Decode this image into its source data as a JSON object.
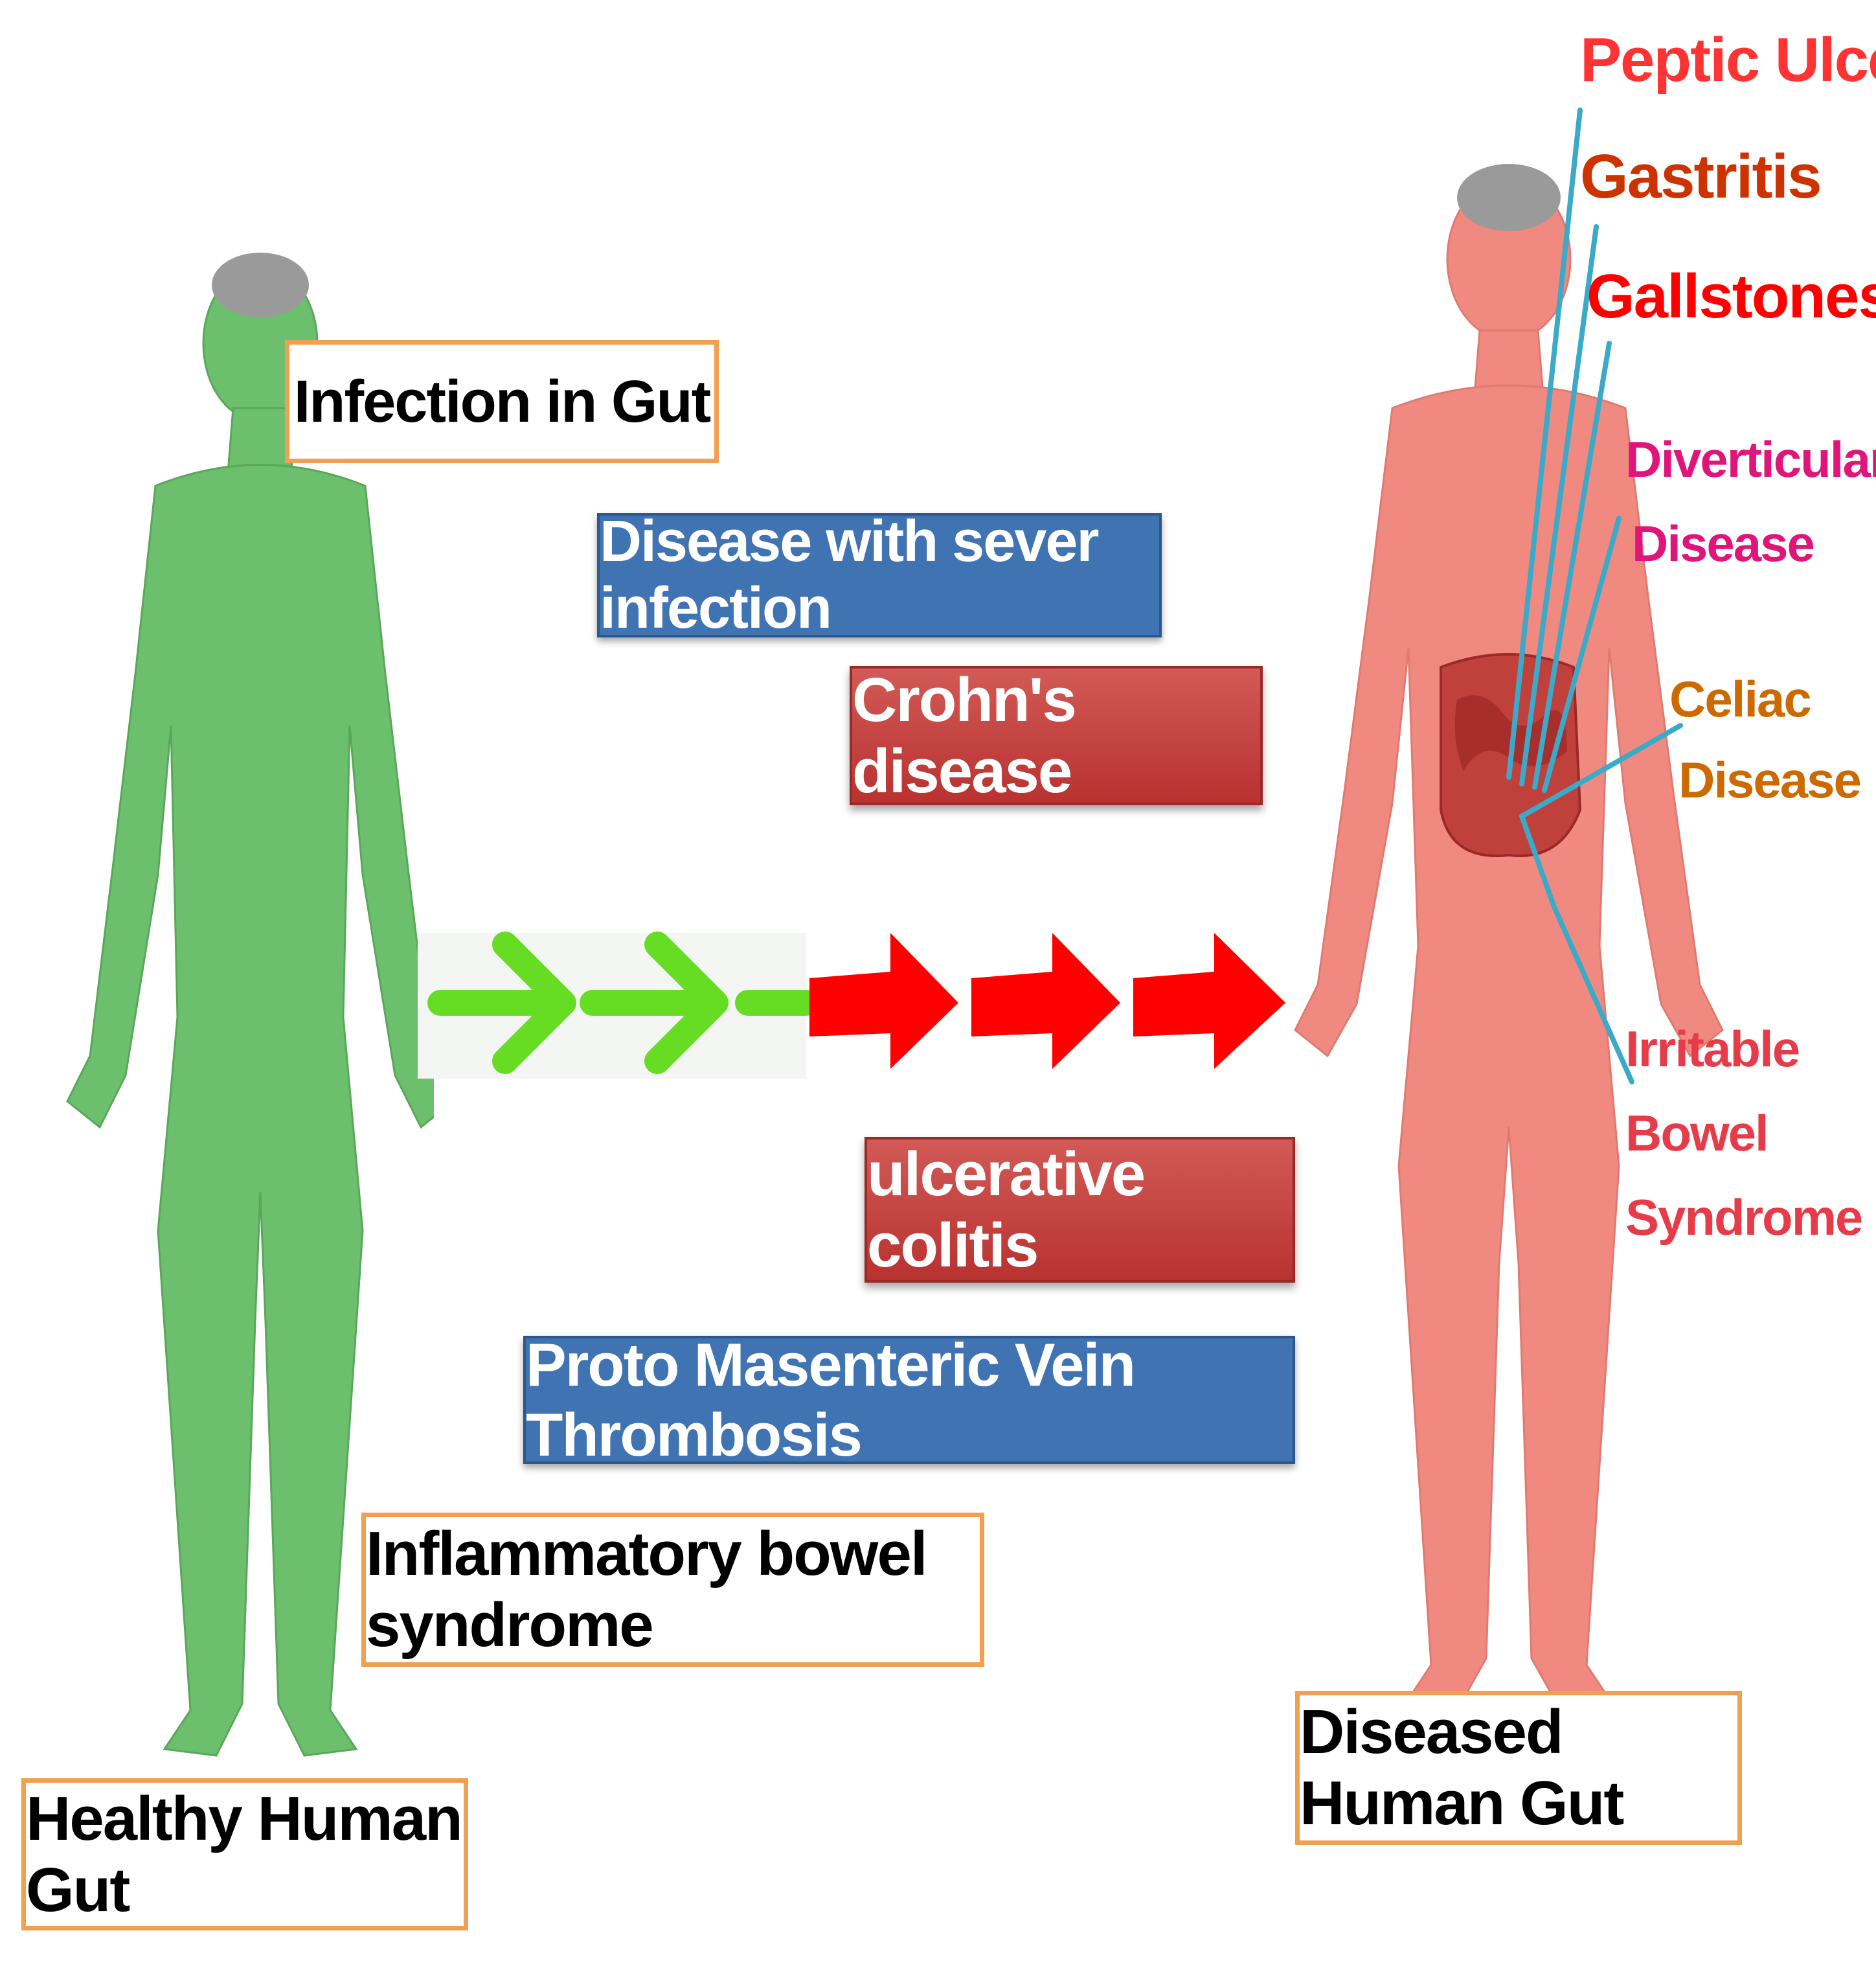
{
  "boxes": {
    "infection_in_gut": "Infection in Gut",
    "disease_with_sever_infection": "Disease with sever infection",
    "crohns_disease": "Crohn's disease",
    "ulcerative_colitis": "ulcerative colitis",
    "proto_masenteric": "Proto Masenteric Vein Thrombosis",
    "inflammatory_bowel": "Inflammatory bowel syndrome",
    "healthy_gut": "Healthy Human Gut",
    "diseased_gut": "Diseased Human Gut"
  },
  "disease_labels": {
    "peptic_ulcer": "Peptic Ulcer",
    "gastritis": "Gastritis",
    "gallstones": "Gallstones",
    "diverticular_1": "Diverticular",
    "diverticular_2": "Disease",
    "celiac_1": "Celiac",
    "celiac_2": "Disease",
    "ibs_1": "Irritable",
    "ibs_2": "Bowel",
    "ibs_3": "Syndrome"
  },
  "colors": {
    "healthy_body": "#6cbf6c",
    "diseased_body": "#f08a80",
    "green_arrow": "#66dd22",
    "red_arrow": "#ff0000",
    "pointer_lines": "#3aaac8",
    "peptic_ulcer": "#ff3333",
    "gastritis": "#cc3300",
    "gallstones": "#ff0000",
    "diverticular": "#e0157a",
    "celiac": "#cc6a00",
    "ibs": "#e63c4a"
  }
}
